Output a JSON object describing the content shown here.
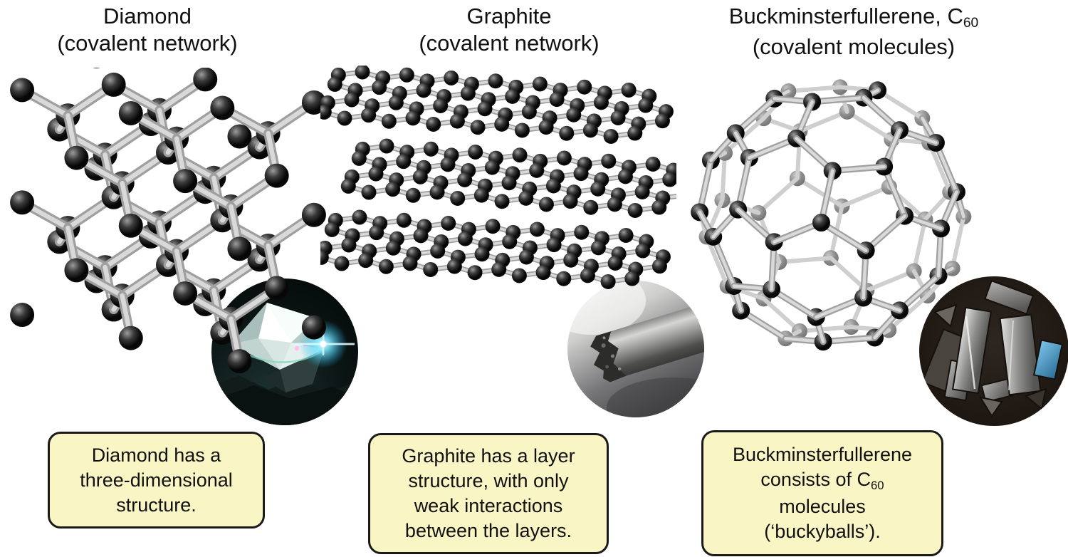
{
  "figure": {
    "background": "#ffffff",
    "description_name": "carbon-allotropes-diagram"
  },
  "palette": {
    "text": "#111111",
    "caption_fill": "#faf5c4",
    "caption_border": "#1a1a1a",
    "atom_front": "#0a0a0a",
    "atom_back": "#8b8b8b",
    "bond_light": "#d9d9d9",
    "bond_mid": "#c6c6c6",
    "bond_dark": "#9f9f9f"
  },
  "columns": [
    {
      "title": "Diamond",
      "subtitle": "(covalent network)",
      "structure_name": "diamond-lattice-model",
      "photo_name": "diamond-gemstone-photo",
      "caption_lines": [
        "Diamond has a",
        "three-dimensional",
        "structure."
      ]
    },
    {
      "title": "Graphite",
      "subtitle": "(covalent network)",
      "structure_name": "graphite-layers-model",
      "photo_name": "graphite-stick-photo",
      "caption_lines": [
        "Graphite has a layer",
        "structure, with only",
        "weak interactions",
        "between the layers."
      ]
    },
    {
      "title_pre": "Buckminsterfullerene, C",
      "title_sub": "60",
      "subtitle": "(covalent molecules)",
      "structure_name": "buckminsterfullerene-c60-model",
      "photo_name": "fullerene-crystals-photo",
      "caption": {
        "line1": "Buckminsterfullerene",
        "line2_pre": "consists of C",
        "line2_sub": "60",
        "line3": "molecules",
        "line4": "(‘buckyballs’)."
      }
    }
  ]
}
